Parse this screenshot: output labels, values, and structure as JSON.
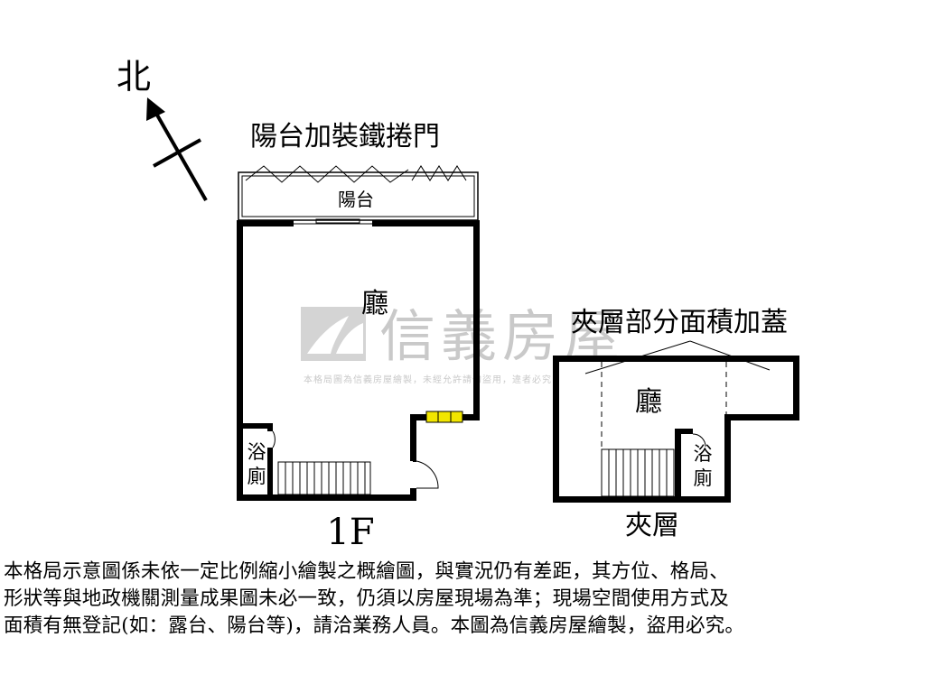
{
  "compass": {
    "label": "北"
  },
  "floor1": {
    "balcony_door_note": "陽台加裝鐵捲門",
    "balcony": "陽台",
    "living_room": "廳",
    "bathroom": [
      "浴",
      "廁"
    ],
    "title": "1F"
  },
  "mezzanine": {
    "note": "夾層部分面積加蓋",
    "living_room": "廳",
    "bathroom": [
      "浴",
      "廁"
    ],
    "title": "夾層"
  },
  "watermark": {
    "brand": "信義房屋",
    "subtitle": "本格局圖為信義房屋繪製，未經允許請勿盜用，違者必究"
  },
  "disclaimer": [
    "本格局示意圖係未依一定比例縮小繪製之概繪圖，與實況仍有差距，其方位、格局、",
    "形狀等與地政機關測量成果圖未必一致，仍須以房屋現場為準；現場空間使用方式及",
    "面積有無登記(如：露台、陽台等)，請洽業務人員。本圖為信義房屋繪製，盜用必究。"
  ],
  "colors": {
    "wall": "#000000",
    "window_accent": "#f2e600",
    "watermark": "#c9c9c9"
  }
}
